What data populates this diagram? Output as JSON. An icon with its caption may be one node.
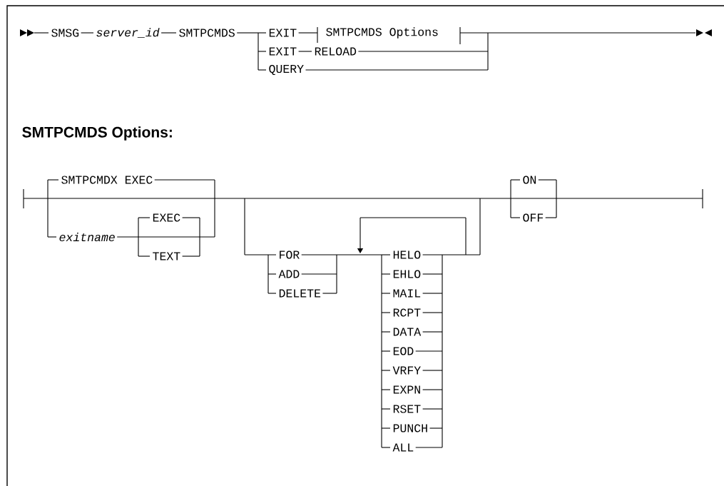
{
  "diagram": {
    "labels": [
      "SMSG",
      "server_id",
      "SMTPCMDS",
      "EXIT",
      "SMTPCMDS Options",
      "EXIT",
      "RELOAD",
      "QUERY",
      "SMTPCMDS Options:",
      "SMTPCMDX EXEC",
      "ON",
      "EXEC",
      "OFF",
      "exitname",
      "TEXT",
      "FOR",
      "HELO",
      "ADD",
      "EHLO",
      "DELETE",
      "MAIL",
      "RCPT",
      "DATA",
      "EOD",
      "VRFY",
      "EXPN",
      "RSET",
      "PUNCH",
      "ALL"
    ]
  }
}
